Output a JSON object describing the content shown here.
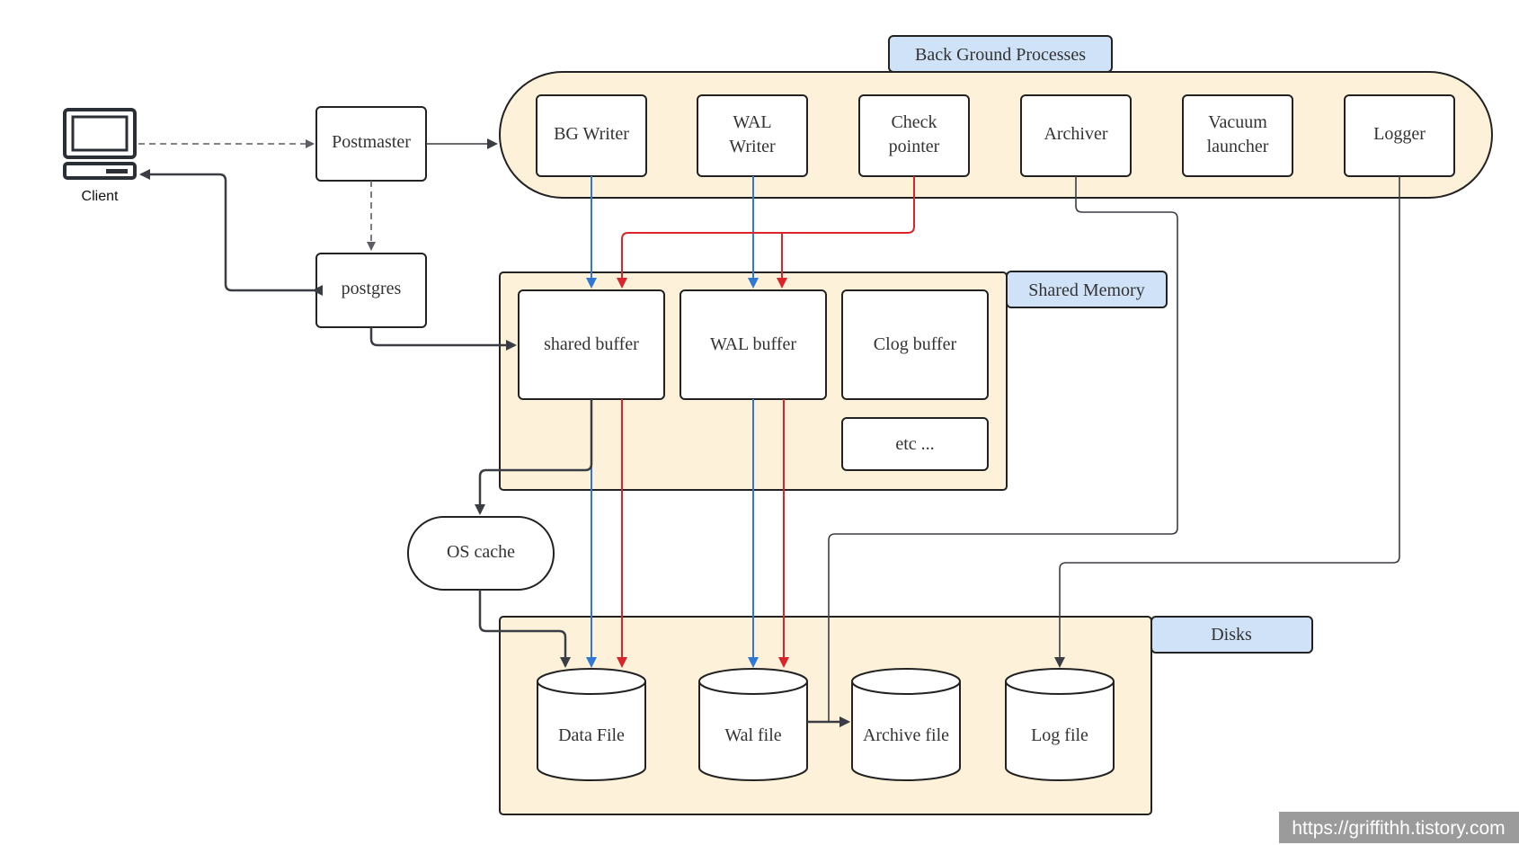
{
  "client": {
    "label": "Client"
  },
  "processes": {
    "postmaster": "Postmaster",
    "postgres": "postgres"
  },
  "background": {
    "title": "Back Ground Processes",
    "bg_writer": "BG Writer",
    "wal_writer": [
      "WAL",
      "Writer"
    ],
    "checkpointer": [
      "Check",
      "pointer"
    ],
    "archiver": "Archiver",
    "vacuum_launcher": [
      "Vacuum",
      "launcher"
    ],
    "logger": "Logger"
  },
  "shared_memory": {
    "title": "Shared Memory",
    "shared_buffer": "shared buffer",
    "wal_buffer": "WAL buffer",
    "clog_buffer": "Clog buffer",
    "etc": "etc ..."
  },
  "os_cache": "OS cache",
  "disks": {
    "title": "Disks",
    "data_file": "Data File",
    "wal_file": "Wal file",
    "archive_file": "Archive file",
    "log_file": "Log file"
  },
  "watermark": "https://griffithh.tistory.com",
  "colors": {
    "group_fill": "#fdf2d9",
    "tag_fill": "#cfe2f7",
    "blue_arrow": "#2f78d6",
    "red_arrow": "#d8242a",
    "dark_arrow": "#3a3d44"
  }
}
